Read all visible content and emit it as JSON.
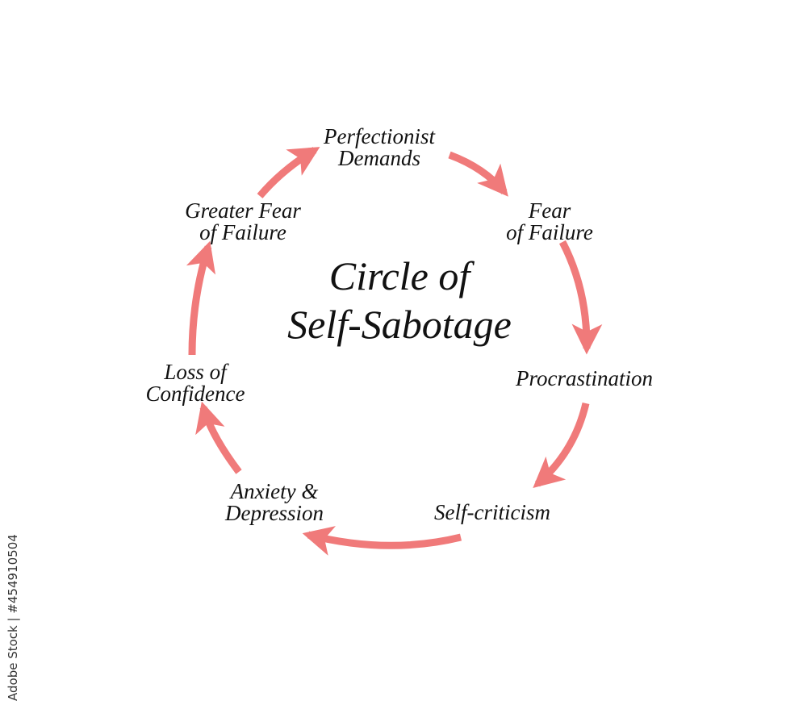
{
  "diagram": {
    "title_line1": "Circle of",
    "title_line2": "Self-Sabotage",
    "arrow_color": "#F07A7A",
    "nodes": [
      {
        "line1": "Perfectionist",
        "line2": "Demands"
      },
      {
        "line1": "Fear",
        "line2": "of Failure"
      },
      {
        "line1": "Procrastination",
        "line2": ""
      },
      {
        "line1": "Self-criticism",
        "line2": ""
      },
      {
        "line1": "Anxiety &",
        "line2": "Depression"
      },
      {
        "line1": "Loss of",
        "line2": "Confidence"
      },
      {
        "line1": "Greater Fear",
        "line2": "of Failure"
      }
    ]
  },
  "watermark": "Adobe Stock | #454910504"
}
